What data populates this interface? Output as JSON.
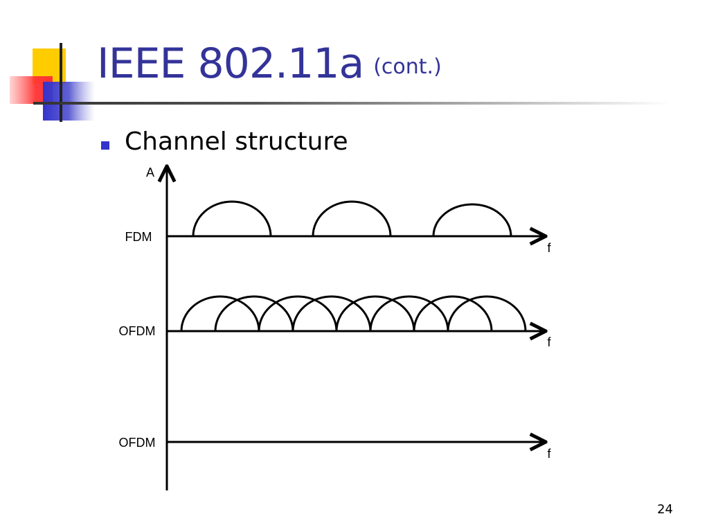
{
  "slide": {
    "title": "IEEE 802.11a",
    "title_suffix": "(cont.)",
    "bullet": "Channel structure",
    "page_number": "24"
  },
  "diagram": {
    "y_axis_label": "A",
    "rows": [
      {
        "label": "FDM",
        "axis_label": "f",
        "arcs": 3,
        "style": "separated"
      },
      {
        "label": "OFDM",
        "axis_label": "f",
        "arcs": 8,
        "style": "overlapping"
      },
      {
        "label": "OFDM",
        "axis_label": "f",
        "arcs": 0,
        "style": "empty"
      }
    ]
  },
  "colors": {
    "title": "#333399",
    "bullet": "#3333cc",
    "logo_yellow": "#ffcc00",
    "logo_red": "#ff3333",
    "logo_blue": "#3333cc"
  }
}
